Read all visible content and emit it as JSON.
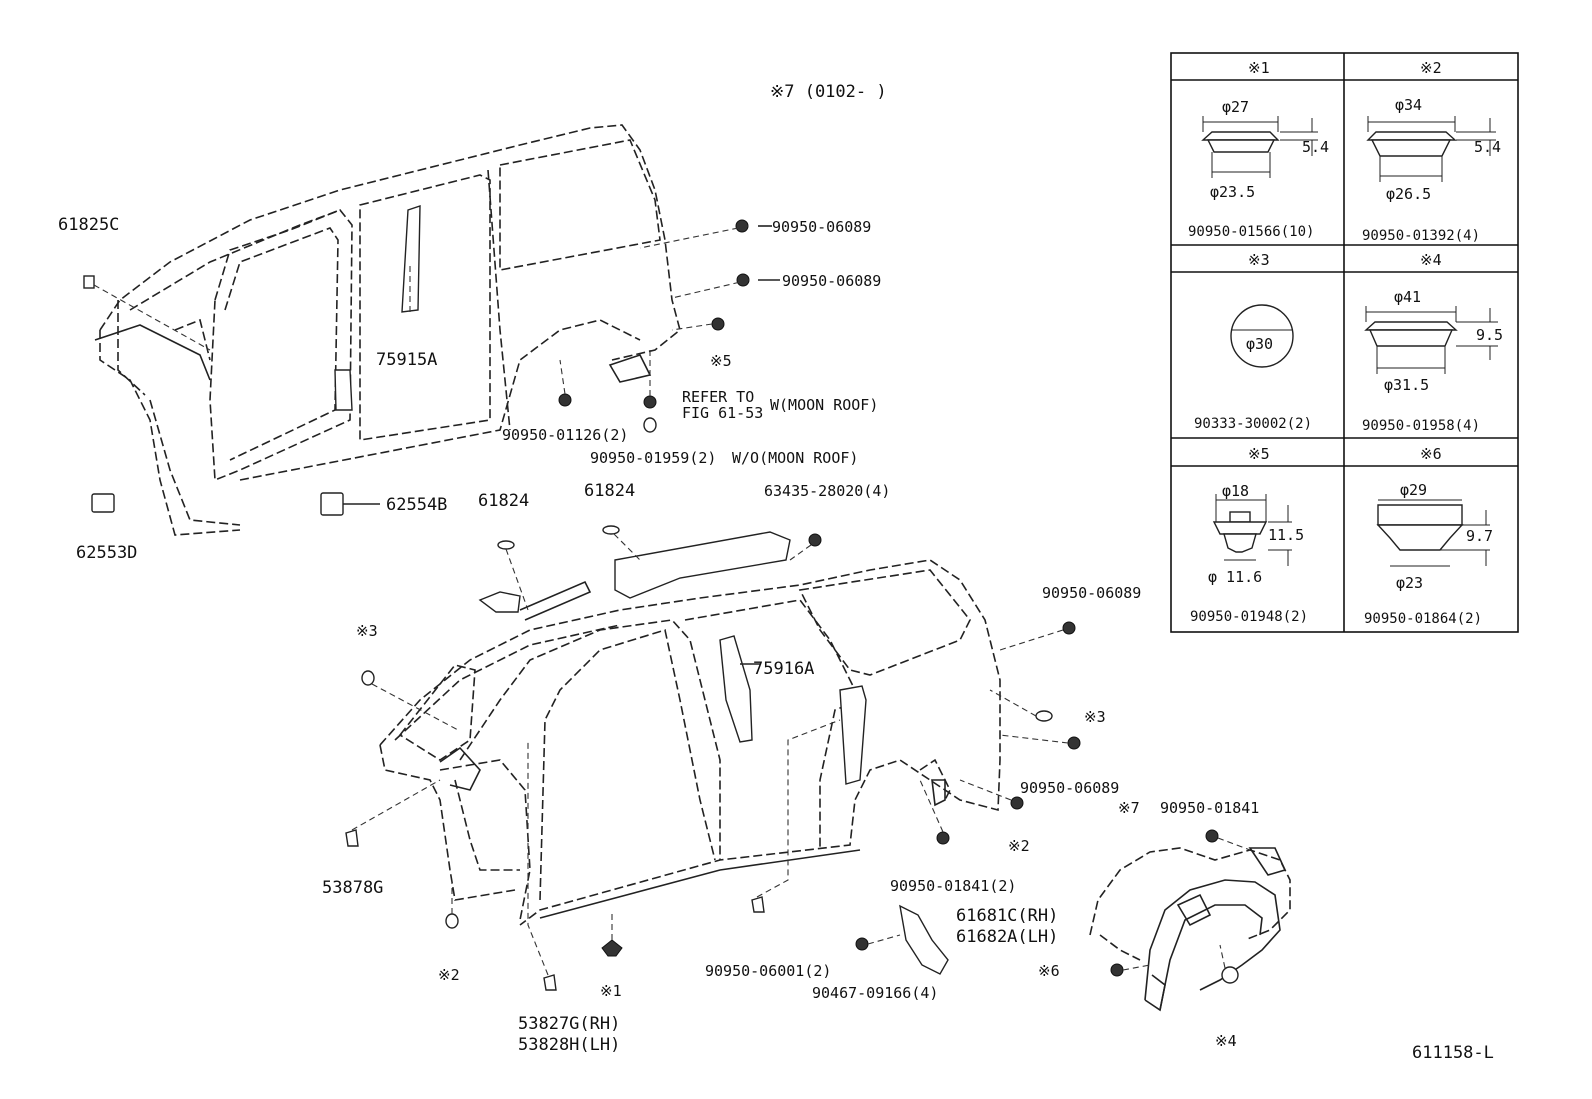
{
  "header_note": "※7 (0102-    )",
  "figure_id": "611158-L",
  "parts": {
    "p61825C": "61825C",
    "p62553D": "62553D",
    "p62554B": "62554B",
    "p75915A": "75915A",
    "p61824a": "61824",
    "p61824b": "61824",
    "p63435": "63435-28020(4)",
    "p75916A": "75916A",
    "p53878G": "53878G",
    "p53827G": "53827G(RH)",
    "p53828H": "53828H(LH)",
    "p90950_06001": "90950-06001(2)",
    "p90467": "90467-09166(4)",
    "p61681C": "61681C(RH)",
    "p61682A": "61682A(LH)",
    "p90950_01841a": "90950-01841(2)",
    "p90950_01841b": "90950-01841",
    "p90950_06089a": "90950-06089",
    "p90950_06089b": "90950-06089",
    "p90950_06089c": "90950-06089",
    "p90950_06089d": "90950-06089",
    "p90950_01126": "90950-01126(2)",
    "p90950_01959": "90950-01959(2)",
    "refer_to": "REFER TO",
    "fig_ref": "FIG 61-53",
    "w_moon": "W(MOON ROOF)",
    "wo_moon": "W/O(MOON ROOF)",
    "note_star5": "※5",
    "note_star3a": "※3",
    "note_star3b": "※3",
    "note_star2a": "※2",
    "note_star2b": "※2",
    "note_star1": "※1",
    "note_star6": "※6",
    "note_star4": "※4",
    "note_star7": "※7"
  },
  "legend_table": {
    "cells": [
      {
        "head": "※1",
        "d1": "φ27",
        "d2": "φ23.5",
        "h": "5.4",
        "part": "90950-01566(10)"
      },
      {
        "head": "※2",
        "d1": "φ34",
        "d2": "φ26.5",
        "h": "5.4",
        "part": "90950-01392(4)"
      },
      {
        "head": "※3",
        "d1": "φ30",
        "part": "90333-30002(2)"
      },
      {
        "head": "※4",
        "d1": "φ41",
        "d2": "φ31.5",
        "h": "9.5",
        "part": "90950-01958(4)"
      },
      {
        "head": "※5",
        "d1": "φ18",
        "d2": "φ 11.6",
        "h": "11.5",
        "part": "90950-01948(2)"
      },
      {
        "head": "※6",
        "d1": "φ29",
        "d2": "φ23",
        "h": "9.7",
        "part": "90950-01864(2)"
      }
    ]
  }
}
